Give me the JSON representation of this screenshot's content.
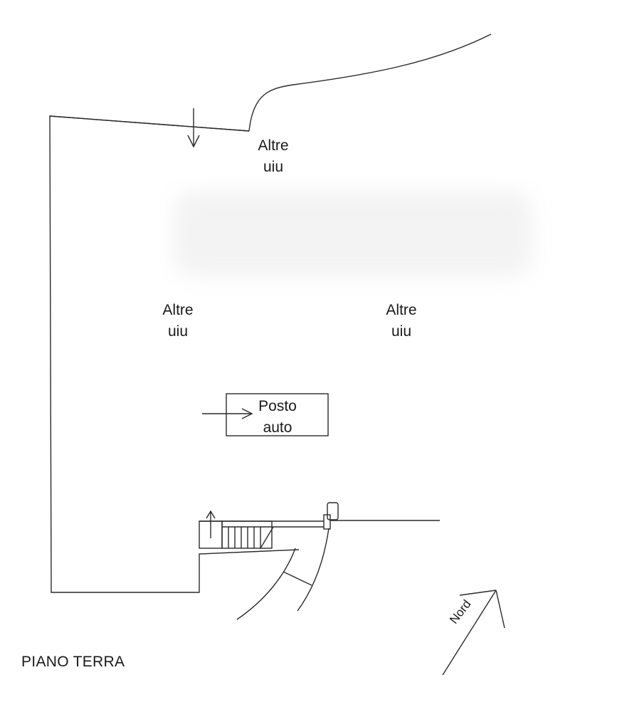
{
  "plan": {
    "title": "PIANO TERRA",
    "north": "Nord",
    "labels": {
      "altre_uiu_top": {
        "line1": "Altre",
        "line2": "uiu"
      },
      "altre_uiu_left": {
        "line1": "Altre",
        "line2": "uiu"
      },
      "altre_uiu_right": {
        "line1": "Altre",
        "line2": "uiu"
      },
      "posto_auto": {
        "line1": "Posto",
        "line2": "auto"
      }
    }
  },
  "colors": {
    "line": "#2a2a2a",
    "background": "#ffffff"
  }
}
